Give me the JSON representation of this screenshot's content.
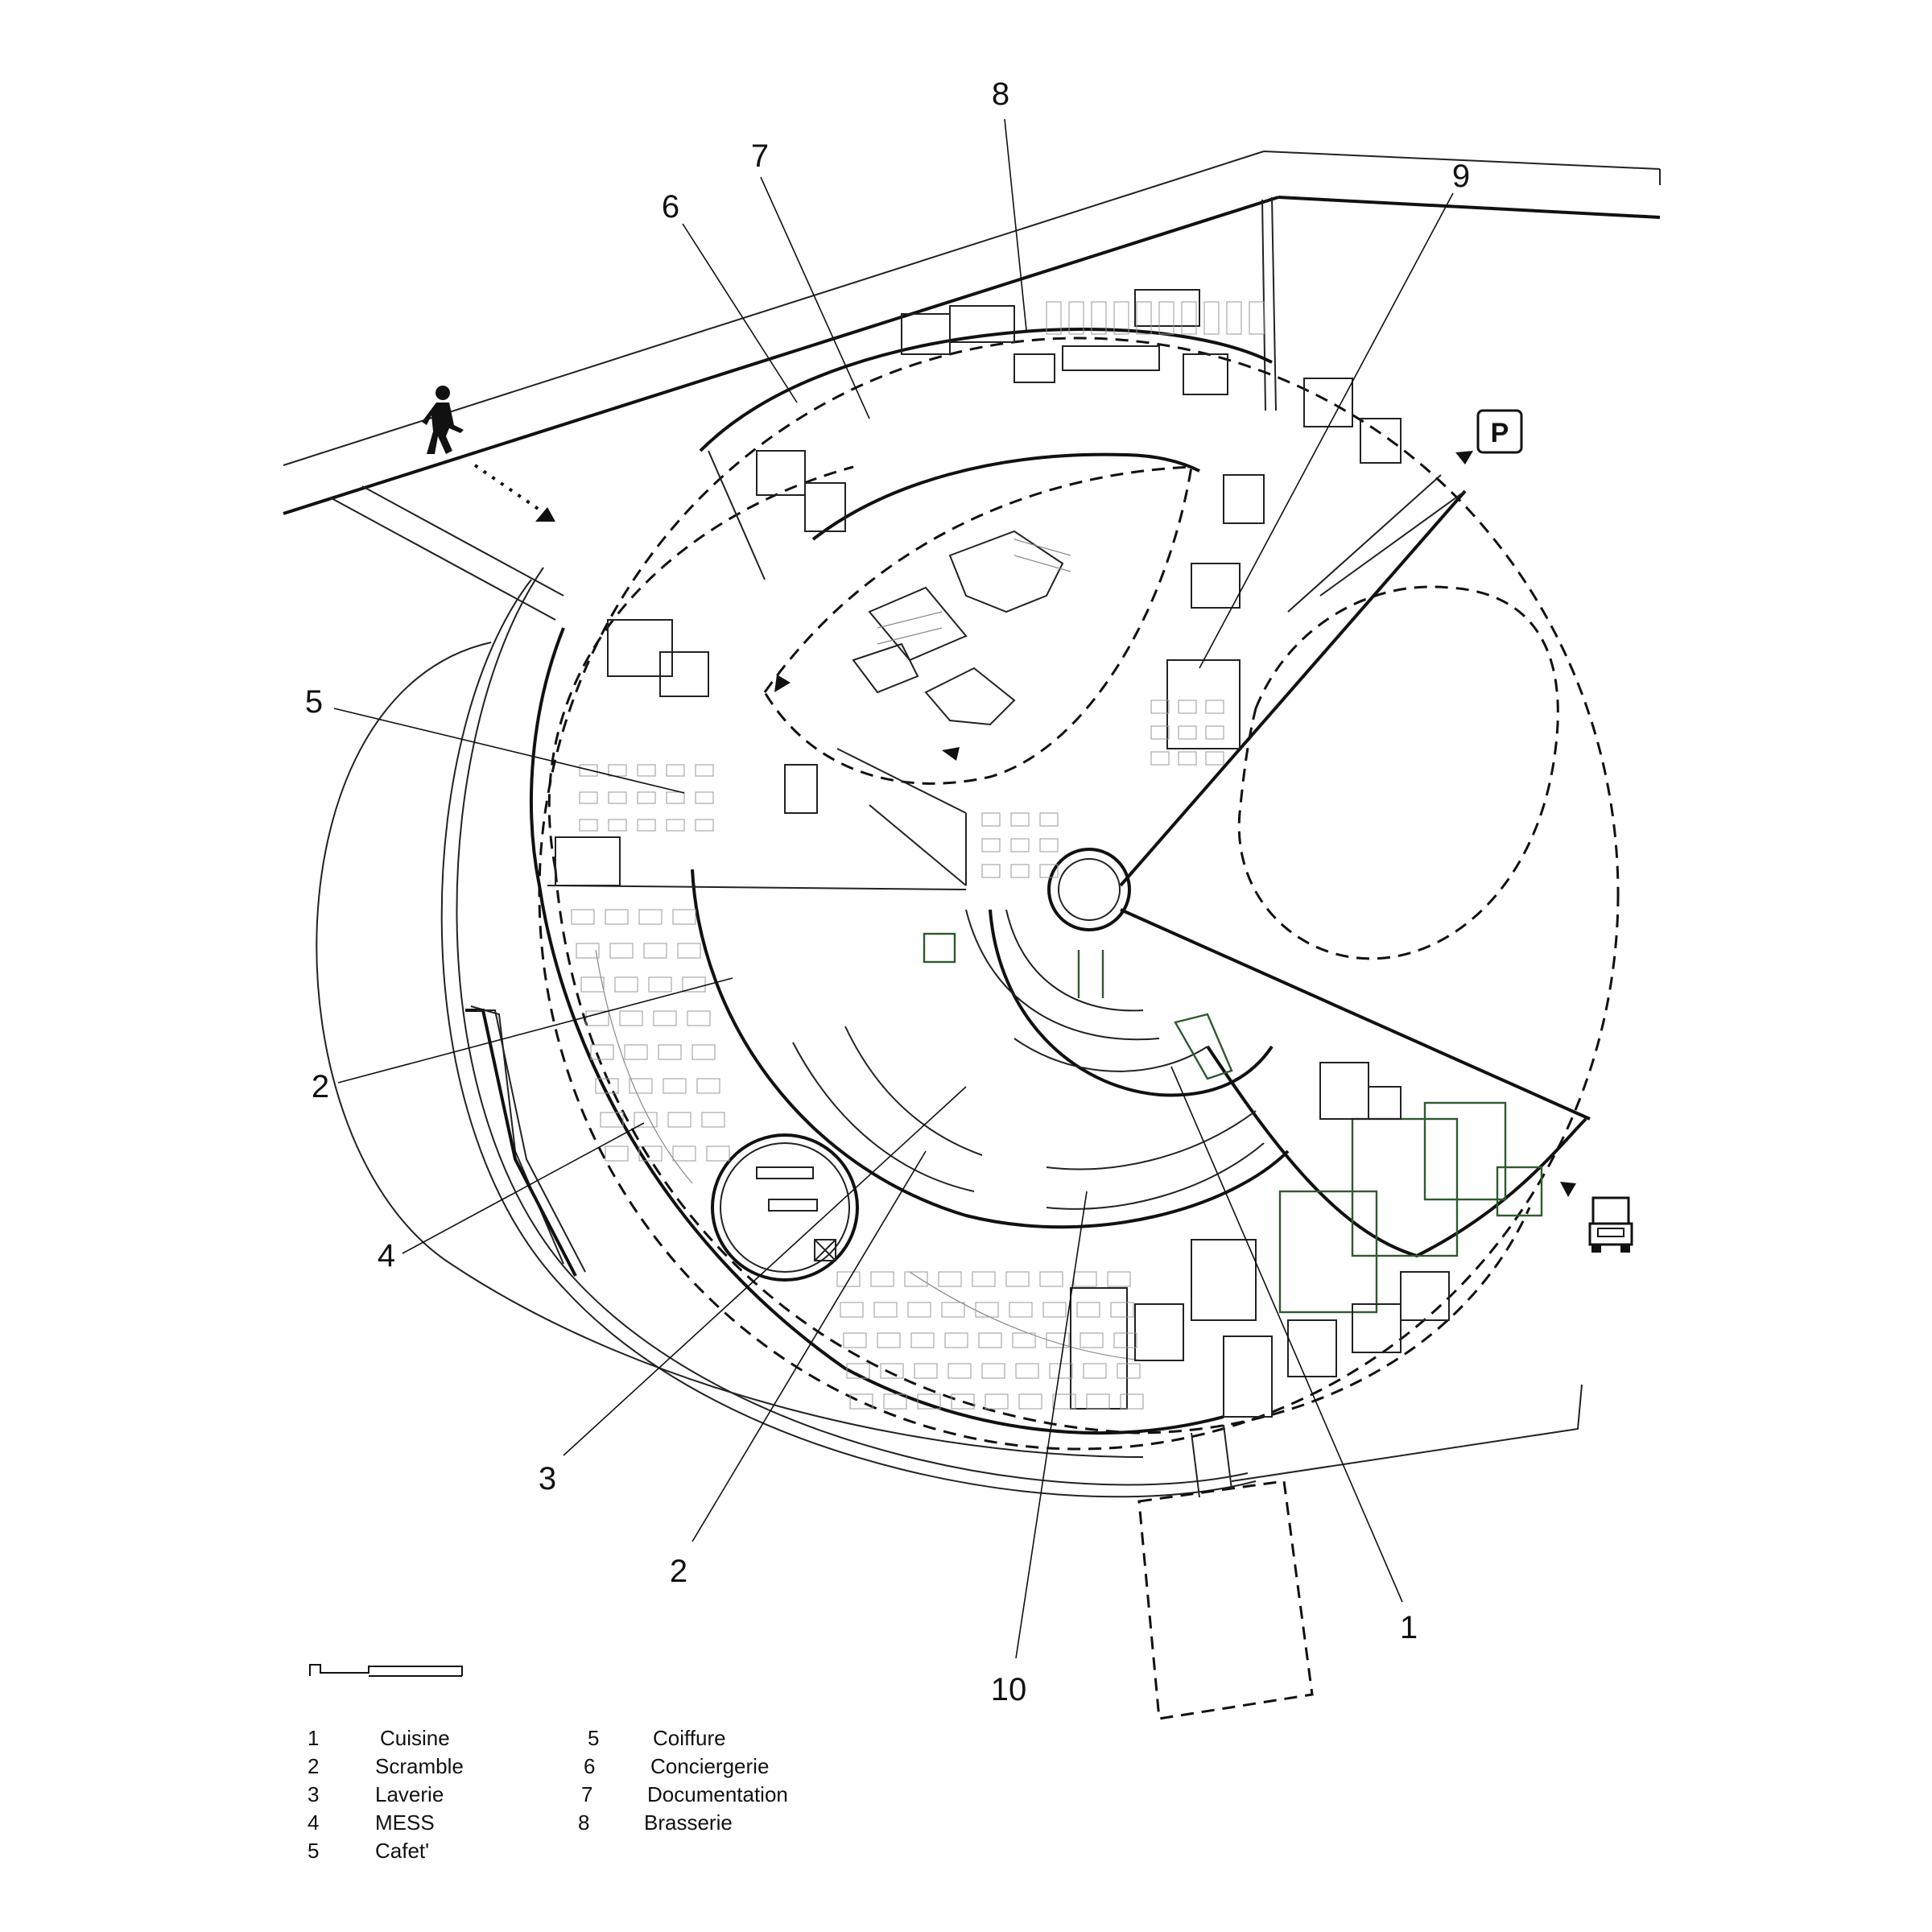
{
  "callouts": [
    {
      "id": "c8",
      "label": "8"
    },
    {
      "id": "c7",
      "label": "7"
    },
    {
      "id": "c6",
      "label": "6"
    },
    {
      "id": "c9",
      "label": "9"
    },
    {
      "id": "c5",
      "label": "5"
    },
    {
      "id": "c2a",
      "label": "2"
    },
    {
      "id": "c4",
      "label": "4"
    },
    {
      "id": "c3",
      "label": "3"
    },
    {
      "id": "c2b",
      "label": "2"
    },
    {
      "id": "c10",
      "label": "10"
    },
    {
      "id": "c1",
      "label": "1"
    }
  ],
  "parking_sign": "P",
  "legend": {
    "left": [
      {
        "num": "1",
        "name": "Cuisine"
      },
      {
        "num": "2",
        "name": "Scramble"
      },
      {
        "num": "3",
        "name": "Laverie"
      },
      {
        "num": "4",
        "name": "MESS"
      },
      {
        "num": "5",
        "name": "Cafet'"
      }
    ],
    "right": [
      {
        "num": "5",
        "name": "Coiffure"
      },
      {
        "num": "6",
        "name": "Conciergerie"
      },
      {
        "num": "7",
        "name": "Documentation"
      },
      {
        "num": "8",
        "name": "Brasserie"
      }
    ]
  },
  "icons": {
    "pedestrian": "pedestrian-icon",
    "truck": "delivery-truck-icon",
    "parking": "parking-sign-icon",
    "scale": "scale-bar"
  }
}
